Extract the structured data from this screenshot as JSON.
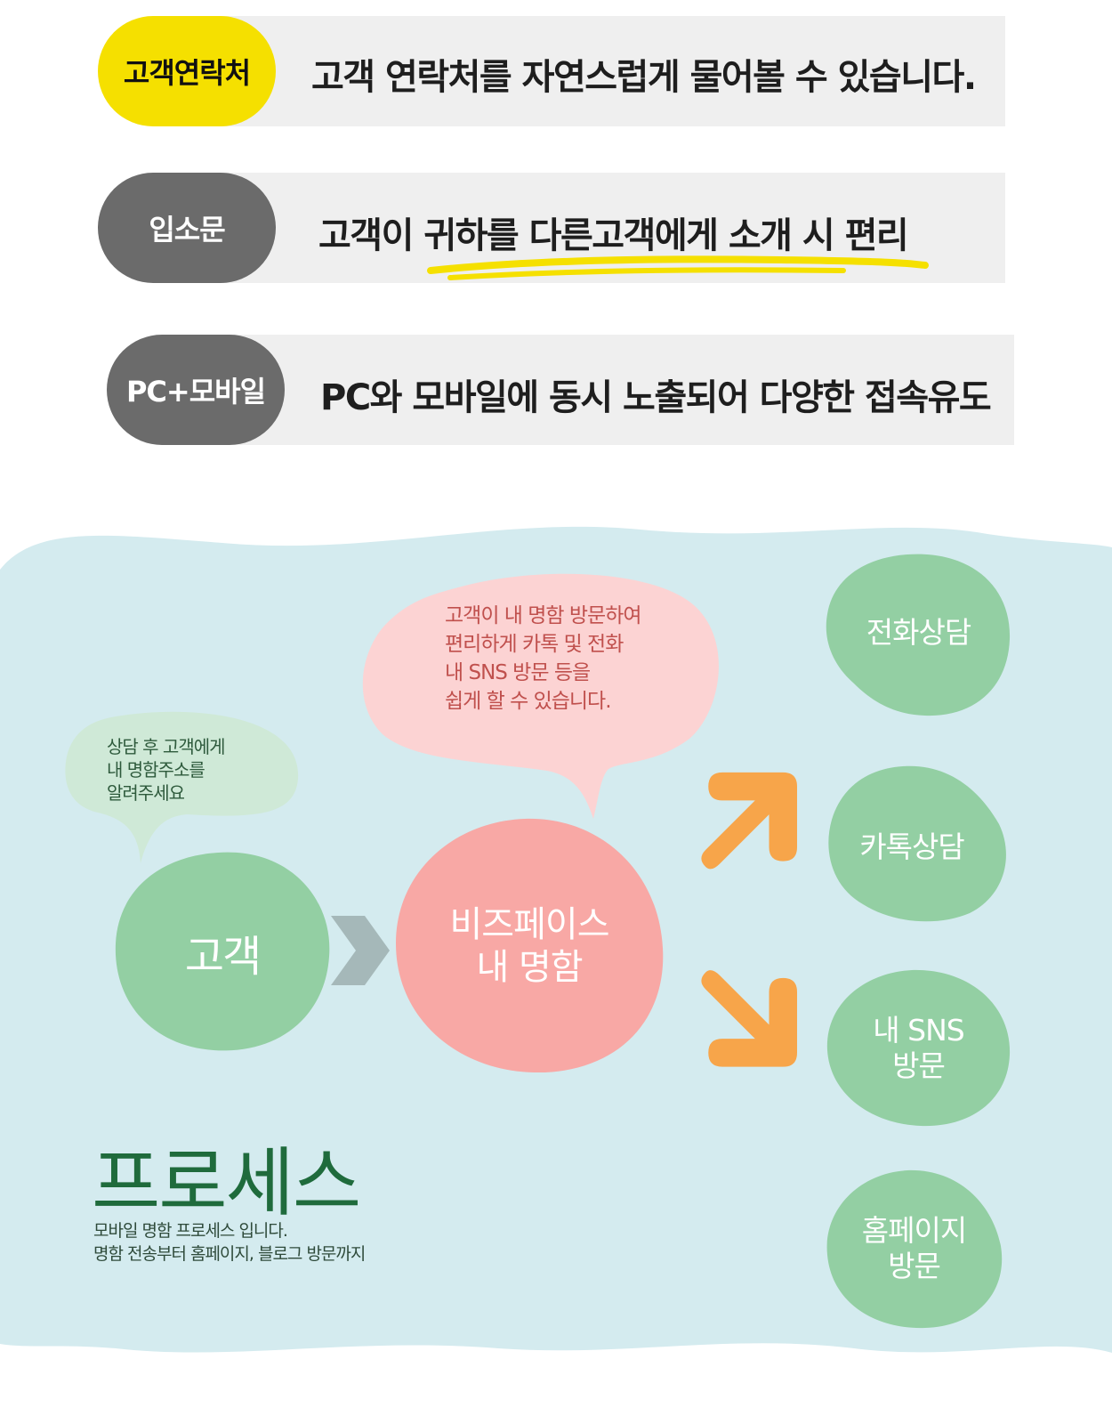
{
  "features": [
    {
      "badge": "고객연락처",
      "text": "고객 연락처를 자연스럽게 물어볼 수 있습니다."
    },
    {
      "badge": "입소문",
      "text": "고객이 귀하를 다른고객에게 소개 시 편리"
    },
    {
      "badge": "PC+모바일",
      "text": "PC와 모바일에 동시 노출되어 다양한 접속유도"
    }
  ],
  "process": {
    "bubble_left": "상담 후 고객에게\n내 명함주소를\n알려주세요",
    "bubble_center": "고객이  내 명함 방문하여\n편리하게 카톡 및 전화\n내 SNS 방문 등을\n쉽게 할 수 있습니다.",
    "customer": "고객",
    "bizcard": "비즈페이스\n내 명함",
    "outcomes": [
      "전화상담",
      "카톡상담",
      "내 SNS\n방문",
      "홈페이지\n방문"
    ],
    "title": "프로세스",
    "description": "모바일 명함 프로세스 입니다.\n명함 전송부터  홈페이지, 블로그 방문까지"
  },
  "colors": {
    "badge_yellow": "#f5e000",
    "badge_gray": "#6b6b6b",
    "feature_bar": "#efefef",
    "underline": "#f5e000",
    "process_bg": "#d4ebef",
    "blob_green": "#93cfa3",
    "blob_pink": "#f8a8a5",
    "bubble_pink": "#fcd3d3",
    "bubble_green": "#cfe9d7",
    "arrow_orange": "#f7a54a",
    "chevron_gray": "#a5b8b9",
    "title_green": "#1f6b3c"
  }
}
